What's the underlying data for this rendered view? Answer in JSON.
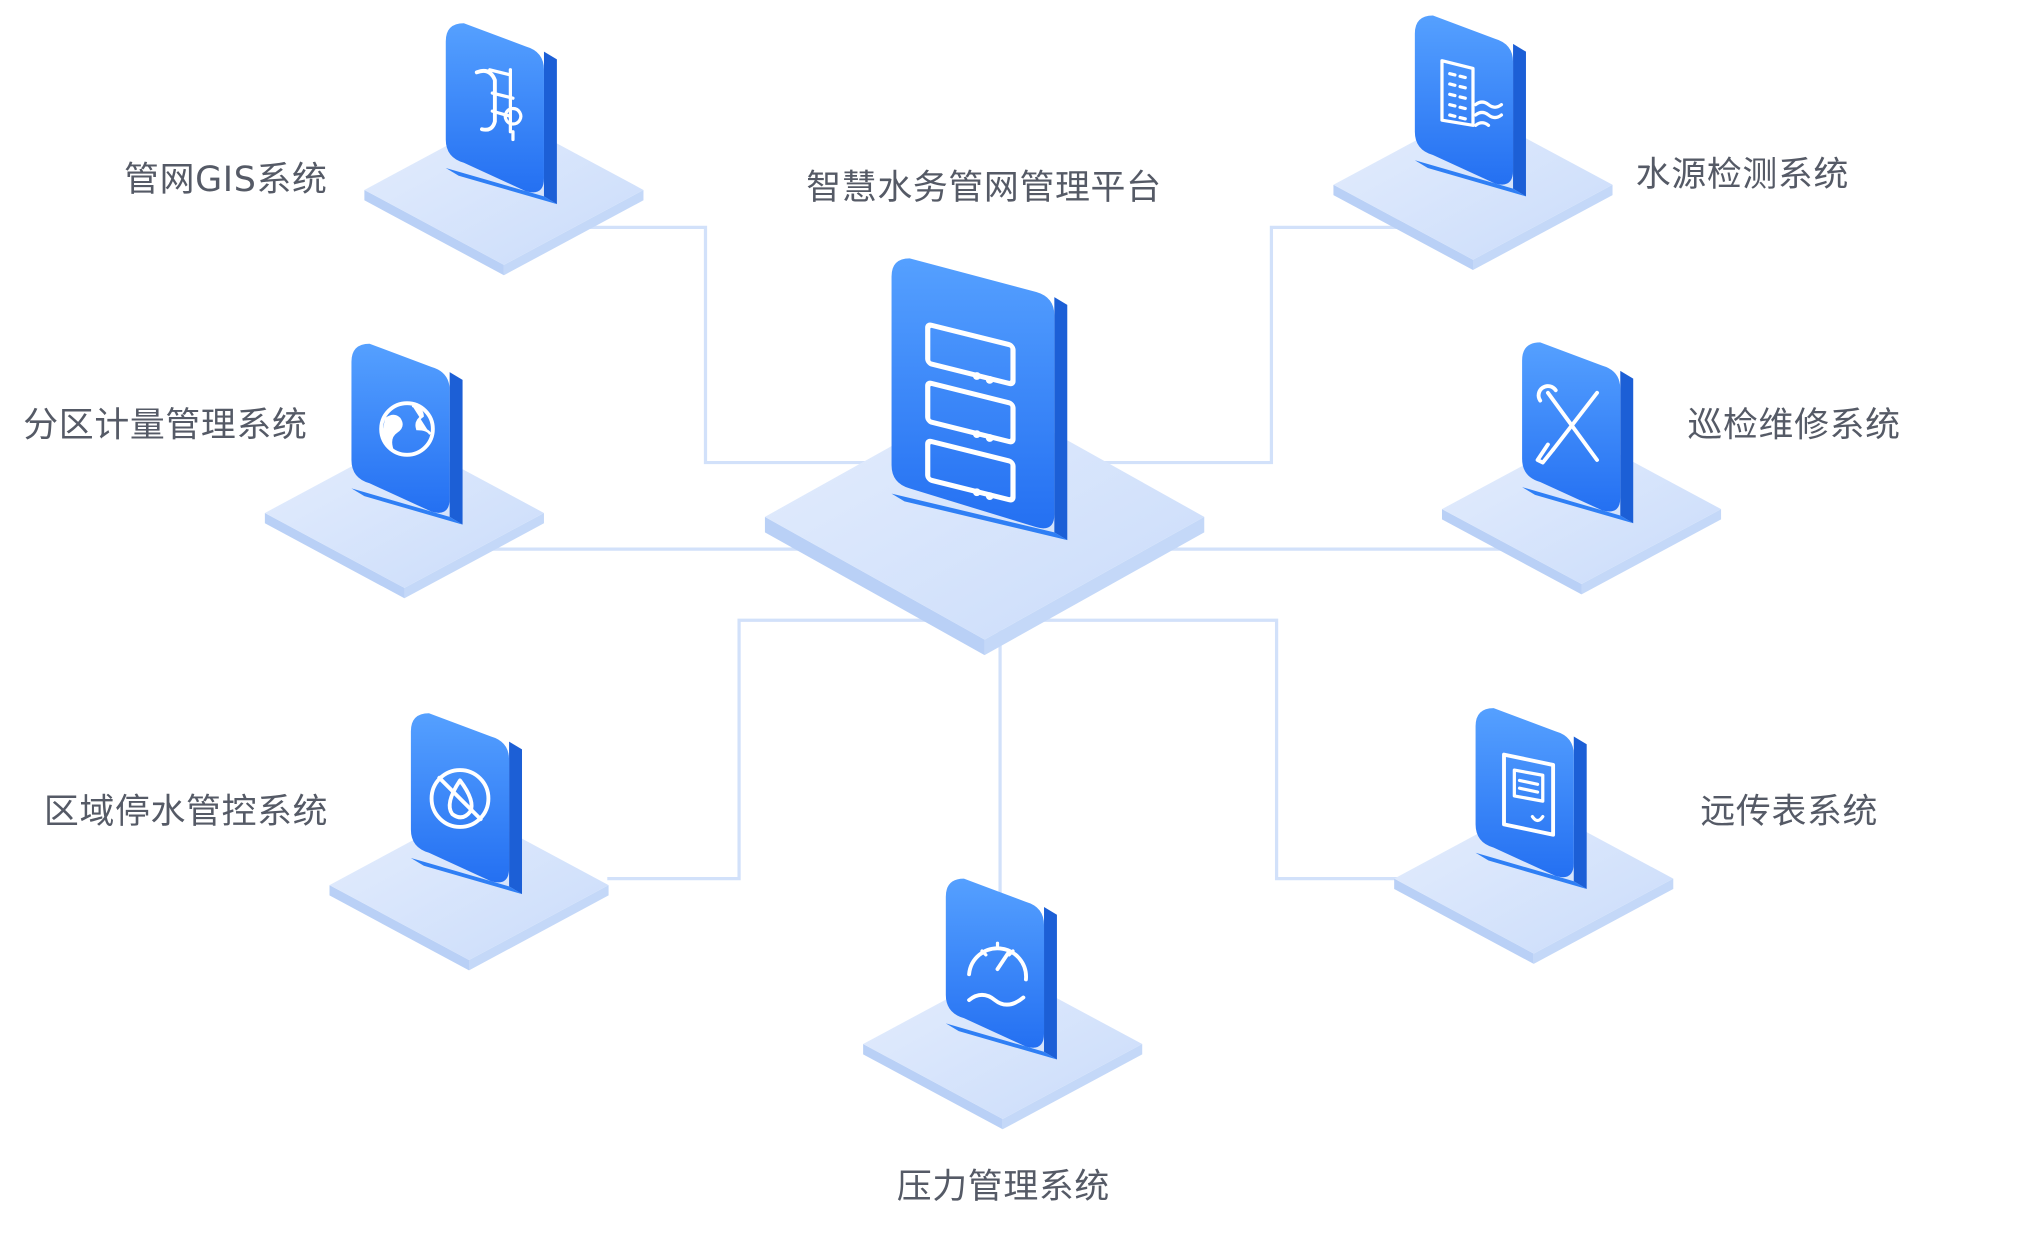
{
  "colors": {
    "connector": "#d2e1fa",
    "tile_top": "#d6e4fc",
    "tile_side": "#b9d0f6",
    "icon_top": "#55a0ff",
    "icon_bottom": "#2470f2",
    "icon_side": "#1c5fd6",
    "glyph": "#ffffff",
    "label_text": "#555a66"
  },
  "center": {
    "label": "智慧水务管网管理平台",
    "icon": "server-rack-icon"
  },
  "systems": [
    {
      "id": "gis",
      "label": "管网GIS系统",
      "icon": "pipeline-map-icon"
    },
    {
      "id": "water-source",
      "label": "水源检测系统",
      "icon": "building-water-icon"
    },
    {
      "id": "dma",
      "label": "分区计量管理系统",
      "icon": "globe-icon"
    },
    {
      "id": "patrol",
      "label": "巡检维修系统",
      "icon": "tools-icon"
    },
    {
      "id": "shutoff",
      "label": "区域停水管控系统",
      "icon": "no-water-icon"
    },
    {
      "id": "remote-meter",
      "label": "远传表系统",
      "icon": "meter-icon"
    },
    {
      "id": "pressure",
      "label": "压力管理系统",
      "icon": "gauge-icon"
    }
  ]
}
